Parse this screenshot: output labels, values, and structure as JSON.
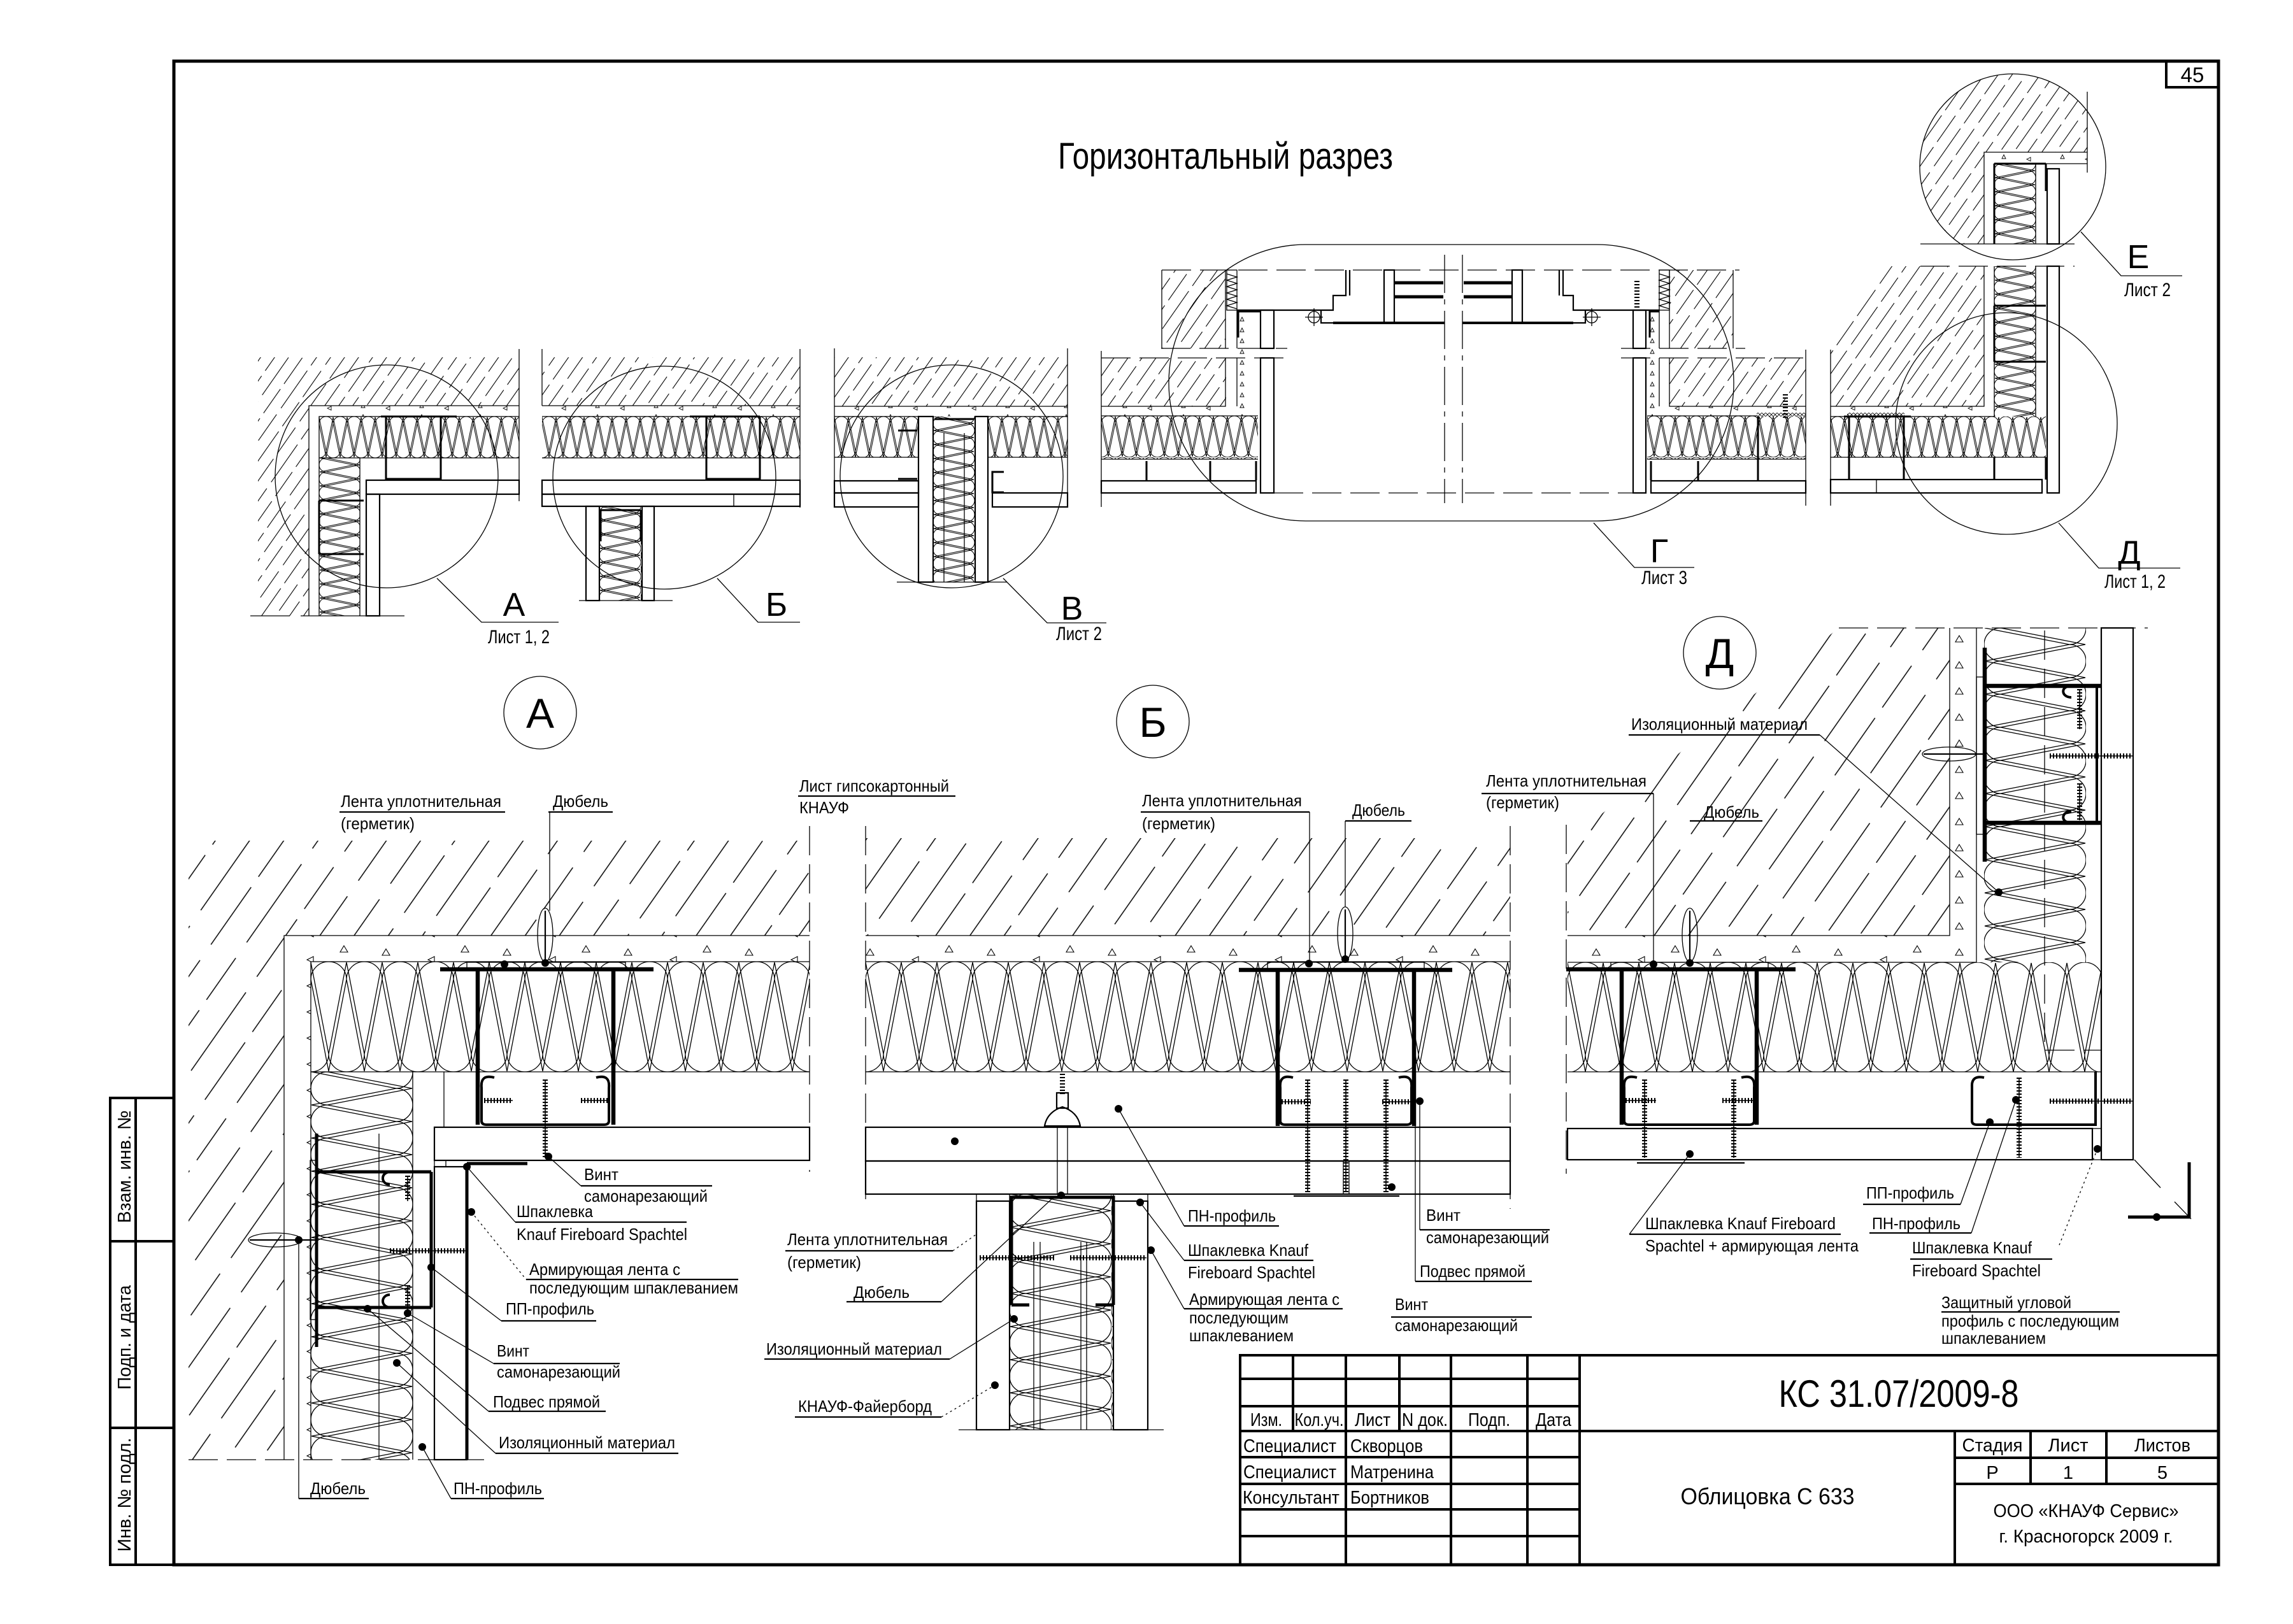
{
  "sheet": {
    "title": "Горизонтальный разрез",
    "page_number": "45",
    "colors": {
      "line": "#000000",
      "board_fill": "#b9d8e8",
      "background": "#ffffff"
    }
  },
  "side_stamp": {
    "replacement_inventory_label": "Взам. инв. №",
    "signature_date_label": "Подп. и дата",
    "original_inventory_label": "Инв. № подл."
  },
  "overview_details": [
    {
      "marker": "А",
      "sheet_ref": "Лист 1, 2"
    },
    {
      "marker": "Б"
    },
    {
      "marker": "В",
      "sheet_ref": "Лист 2"
    },
    {
      "marker": "Г",
      "sheet_ref": "Лист 3"
    },
    {
      "marker": "Д",
      "sheet_ref": "Лист 1, 2"
    },
    {
      "marker": "Е",
      "sheet_ref": "Лист 2"
    }
  ],
  "detail_a": {
    "marker": "А",
    "callouts": [
      {
        "lines": [
          "Лента уплотнительная",
          "(герметик)"
        ]
      },
      {
        "lines": [
          "Дюбель"
        ]
      },
      {
        "lines": [
          "Винт",
          "самонарезающий"
        ]
      },
      {
        "lines": [
          "Шпаклевка",
          "Knauf Fireboard Spachtel"
        ]
      },
      {
        "lines": [
          "Армирующая лента с",
          "последующим шпаклеванием"
        ]
      },
      {
        "lines": [
          "ПП-профиль"
        ]
      },
      {
        "lines": [
          "Винт",
          "самонарезающий"
        ]
      },
      {
        "lines": [
          "Подвес прямой"
        ]
      },
      {
        "lines": [
          "Изоляционный материал"
        ]
      },
      {
        "lines": [
          "Дюбель"
        ]
      },
      {
        "lines": [
          "ПН-профиль"
        ]
      }
    ]
  },
  "detail_b": {
    "marker": "Б",
    "callouts": [
      {
        "lines": [
          "Лист гипсокартонный",
          "КНАУФ"
        ]
      },
      {
        "lines": [
          "Лента уплотнительная",
          "(герметик)"
        ]
      },
      {
        "lines": [
          "Дюбель"
        ]
      },
      {
        "lines": [
          "ПН-профиль"
        ]
      },
      {
        "lines": [
          "Шпаклевка Knauf",
          "Fireboard Spachtel"
        ]
      },
      {
        "lines": [
          "Армирующая лента с",
          "последующим",
          "шпаклеванием"
        ]
      },
      {
        "lines": [
          "Винт",
          "самонарезающий"
        ]
      },
      {
        "lines": [
          "Подвес прямой"
        ]
      },
      {
        "lines": [
          "Винт",
          "самонарезающий"
        ]
      },
      {
        "lines": [
          "Лента уплотнительная",
          "(герметик)"
        ]
      },
      {
        "lines": [
          "Дюбель"
        ]
      },
      {
        "lines": [
          "Изоляционный материал"
        ]
      },
      {
        "lines": [
          "КНАУФ-Файерборд"
        ]
      }
    ]
  },
  "detail_d": {
    "marker": "Д",
    "callouts": [
      {
        "lines": [
          "Изоляционный материал"
        ]
      },
      {
        "lines": [
          "Лента уплотнительная",
          "(герметик)"
        ]
      },
      {
        "lines": [
          "Дюбель"
        ]
      },
      {
        "lines": [
          "Шпаклевка Knauf Fireboard",
          "Spachtel + армирующая лента"
        ]
      },
      {
        "lines": [
          "ПП-профиль"
        ]
      },
      {
        "lines": [
          "ПН-профиль"
        ]
      },
      {
        "lines": [
          "Шпаклевка Knauf",
          "Fireboard Spachtel"
        ]
      },
      {
        "lines": [
          "Защитный угловой",
          "профиль с последующим",
          "шпаклеванием"
        ]
      }
    ]
  },
  "title_block": {
    "document_code": "КС 31.07/2009-8",
    "drawing_name": "Облицовка С 633",
    "revision_headers": [
      "Изм.",
      "Кол.уч.",
      "Лист",
      "N док.",
      "Подп.",
      "Дата"
    ],
    "signatories": [
      {
        "role": "Специалист",
        "name": "Скворцов"
      },
      {
        "role": "Специалист",
        "name": "Матренина"
      },
      {
        "role": "Консультант",
        "name": "Бортников"
      }
    ],
    "stage": {
      "label": "Стадия",
      "value": "Р"
    },
    "sheet": {
      "label": "Лист",
      "value": "1"
    },
    "sheets_total": {
      "label": "Листов",
      "value": "5"
    },
    "organization": "ООО «КНАУФ Сервис»",
    "city_year": "г. Красногорск 2009 г."
  }
}
